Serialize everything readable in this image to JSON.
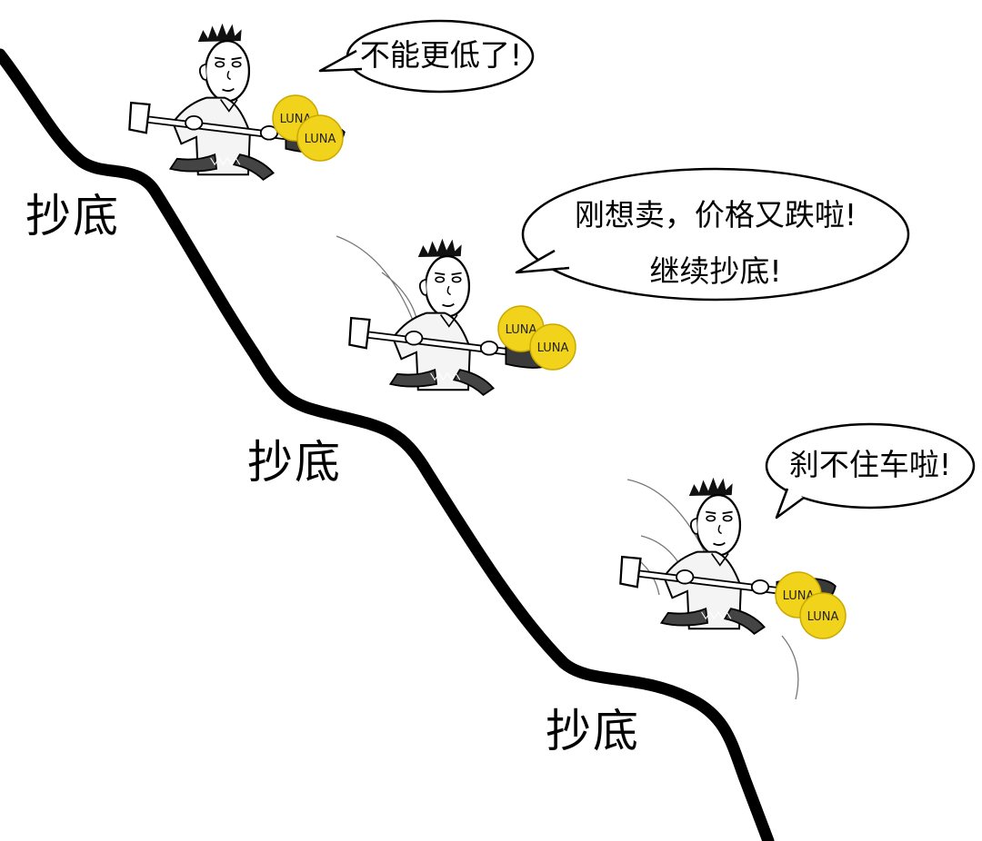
{
  "panel_labels": [
    "抄底",
    "抄底",
    "抄底"
  ],
  "bubbles": [
    {
      "lines": [
        "不能更低了!"
      ]
    },
    {
      "lines": [
        "刚想卖，价格又跌啦!",
        "继续抄底!"
      ]
    },
    {
      "lines": [
        "刹不住车啦!"
      ]
    }
  ],
  "coin_text": "LUNA",
  "colors": {
    "coin": "#f2d31b",
    "coin_outline": "#c9a900",
    "line": "#000000",
    "shirt": "#f4f4f4"
  }
}
